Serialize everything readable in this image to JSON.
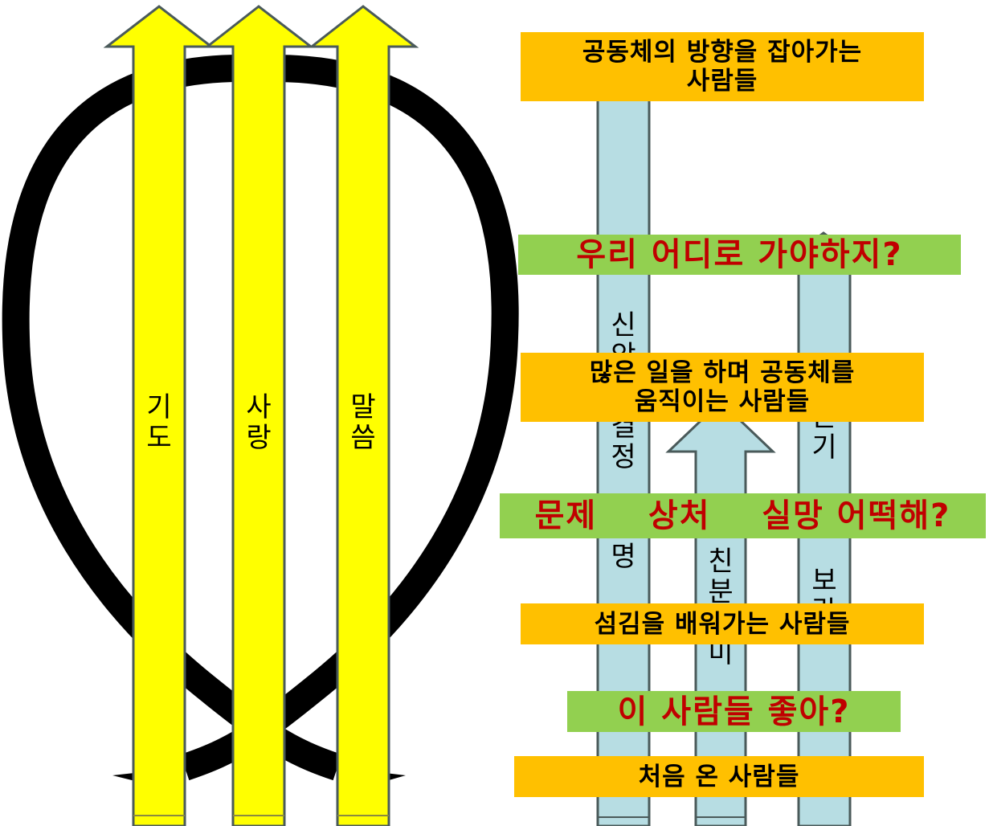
{
  "colors": {
    "yellow_arrow": "#ffff00",
    "blue_arrow": "#b7dde3",
    "arrow_outline": "#4a5a5a",
    "orange_box": "#ffc000",
    "green_box": "#92d050",
    "question_text": "#c00000",
    "ring": "#000000"
  },
  "left_arrows": [
    {
      "label": "기\n도"
    },
    {
      "label": "사\n랑"
    },
    {
      "label": "말\n씀"
    }
  ],
  "right_columns": {
    "col1": {
      "top_text": "신\n앙",
      "mid_text": "결\n정",
      "bottom_text": "명"
    },
    "col2": {
      "text": "친\n분\n재\n미"
    },
    "col3": {
      "top_text": "는\n기",
      "bottom_text": "보\n람"
    }
  },
  "stages": {
    "leaders": "공동체의 방향을 잡아가는\n사람들",
    "q_direction": "우리 어디로 가야하지?",
    "workers": "많은 일을 하며 공동체를\n움직이는 사람들",
    "q_problems": "문제    상처    실망 어떡해?",
    "learners": "섬김을 배워가는 사람들",
    "q_like": "이 사람들 좋아?",
    "newcomers": "처음 온 사람들"
  }
}
